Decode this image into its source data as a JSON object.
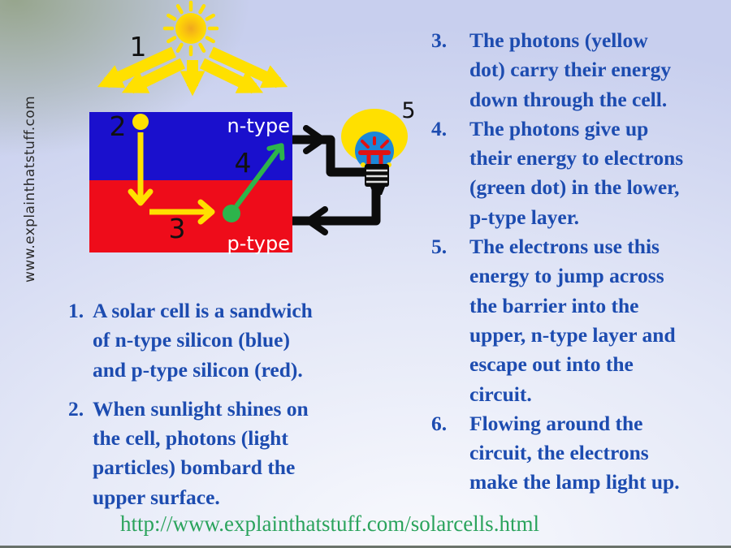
{
  "watermark": "www.explainthatstuff.com",
  "colors": {
    "n_type_blue": "#1a10cd",
    "p_type_red": "#ee0c1a",
    "sun_yellow": "#ffe000",
    "electron_green": "#2db44b",
    "bulb_blue": "#1b87d8",
    "filament_red": "#e01212",
    "wire_black": "#0c0c0c",
    "list_text_blue": "#1d4cb0",
    "url_green": "#2aa35c"
  },
  "diagram": {
    "step_labels": {
      "s1": "1",
      "s2": "2",
      "s3": "3",
      "s4": "4",
      "s5": "5"
    },
    "layer_labels": {
      "n_type": "n-type",
      "p_type": "p-type"
    }
  },
  "left_list": {
    "items": [
      {
        "num": "1.",
        "text": "A solar cell is a sandwich\nof n-type silicon (blue)\nand p-type silicon (red)."
      },
      {
        "num": "2.",
        "text": "When sunlight shines on\nthe cell, photons (light\nparticles) bombard the\nupper surface."
      }
    ]
  },
  "right_list": {
    "items": [
      {
        "num": "3.",
        "text": "The photons (yellow\ndot) carry their energy\ndown through the cell."
      },
      {
        "num": "4.",
        "text": "The photons give up\ntheir energy to electrons\n(green dot) in the lower,\np-type layer."
      },
      {
        "num": "5.",
        "text": "The electrons use this\nenergy to jump across\nthe barrier into the\nupper, n-type layer and\nescape out into the\ncircuit."
      },
      {
        "num": "6.",
        "text": "Flowing around the\ncircuit, the electrons\nmake the lamp light up."
      }
    ]
  },
  "footer": {
    "url": "http://www.explainthatstuff.com/solarcells.html"
  }
}
